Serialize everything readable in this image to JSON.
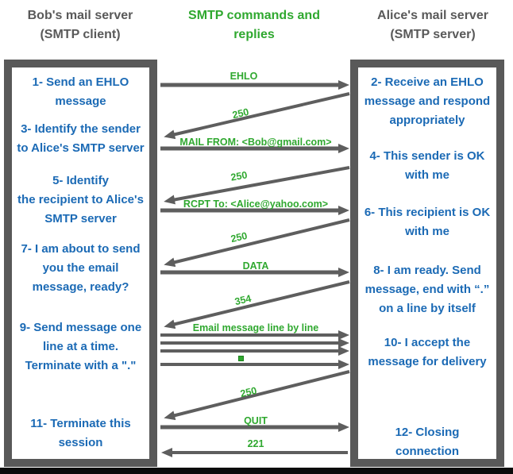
{
  "colors": {
    "accent_green": "#2fa82f",
    "step_blue": "#1b6ab5",
    "server_gray": "#595959",
    "arrow_gray": "#5e5e5e",
    "bottom_bar_black": "#0b0b0b"
  },
  "header": {
    "client": "Bob's mail server\n(SMTP client)",
    "center": "SMTP commands and\nreplies",
    "server": "Alice's mail server\n(SMTP server)"
  },
  "client_steps": {
    "s1": "1- Send an EHLO\nmessage",
    "s3": "3- Identify the sender\nto Alice's SMTP server",
    "s5": "5- Identify\nthe recipient to Alice's\nSMTP server",
    "s7": "7- I am about to send\nyou the email\nmessage, ready?",
    "s9": "9- Send message one\nline at a time.\nTerminate with a \".\"",
    "s11": "11- Terminate this\nsession"
  },
  "server_steps": {
    "s2": "2- Receive an EHLO\nmessage and respond\nappropriately",
    "s4": "4- This sender is OK\nwith me",
    "s6": "6- This recipient is OK\nwith me",
    "s8": "8-  I am ready. Send\nmessage, end with “.”\non a line by itself",
    "s10": "10-  I accept the\nmessage for delivery",
    "s12": "12-  Closing\nconnection"
  },
  "arrow_labels": {
    "ehlo": "EHLO",
    "reply_250_1": "250",
    "mail_from": "MAIL FROM: <Bob@gmail.com>",
    "reply_250_2": "250",
    "rcpt_to": "RCPT To: <Alice@yahoo.com>",
    "reply_250_3": "250",
    "data": "DATA",
    "reply_354": "354",
    "email_message": "Email message line by line",
    "reply_250_4": "250",
    "quit": "QUIT",
    "reply_221": "221"
  },
  "message_terminator": "."
}
